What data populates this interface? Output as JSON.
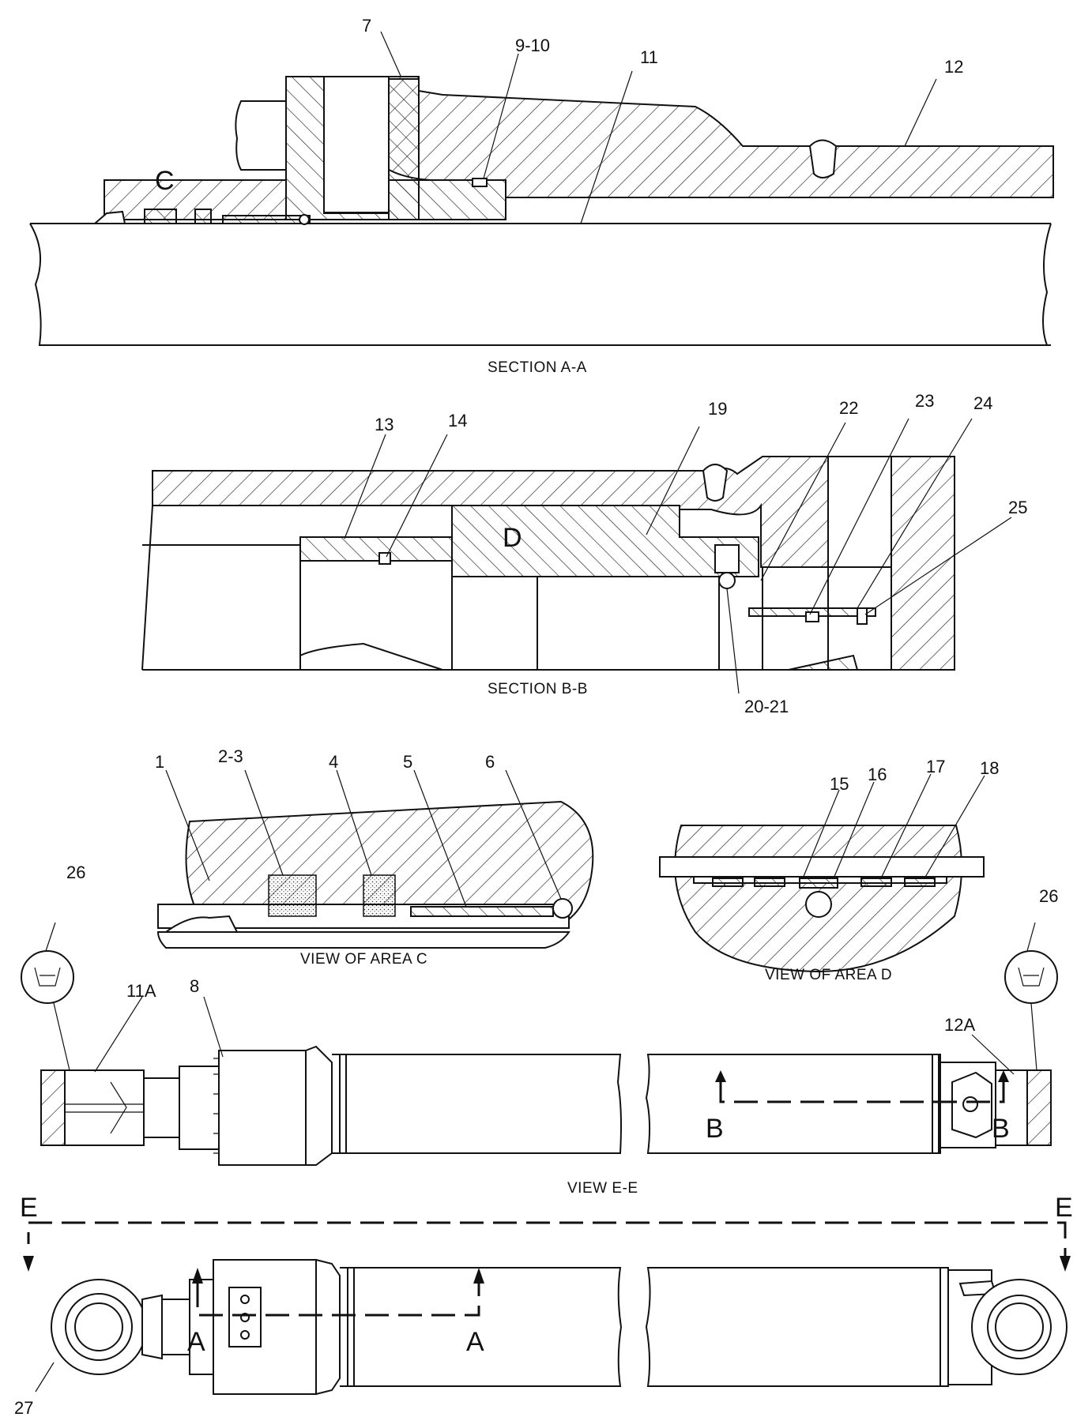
{
  "sections": {
    "section_aa": {
      "caption": "SECTION  A-A",
      "area_label": "C"
    },
    "section_bb": {
      "caption": "SECTION  B-B",
      "area_label": "D"
    },
    "area_c": {
      "caption": "VIEW OF AREA  C"
    },
    "area_d": {
      "caption": "VIEW OF AREA  D"
    },
    "view_ee": {
      "caption": "VIEW E-E",
      "cut_label": "B"
    },
    "bottom": {
      "cut_label_e": "E",
      "cut_label_a": "A"
    }
  },
  "callouts": {
    "c7": "7",
    "c9_10": "9-10",
    "c11": "11",
    "c12": "12",
    "c13": "13",
    "c14": "14",
    "c19": "19",
    "c22": "22",
    "c23": "23",
    "c24": "24",
    "c25": "25",
    "c20_21": "20-21",
    "c1": "1",
    "c2_3": "2-3",
    "c4": "4",
    "c5": "5",
    "c6": "6",
    "c15": "15",
    "c16": "16",
    "c17": "17",
    "c18": "18",
    "c26_left": "26",
    "c26_right": "26",
    "c11a": "11A",
    "c8": "8",
    "c12a": "12A",
    "c27": "27"
  }
}
